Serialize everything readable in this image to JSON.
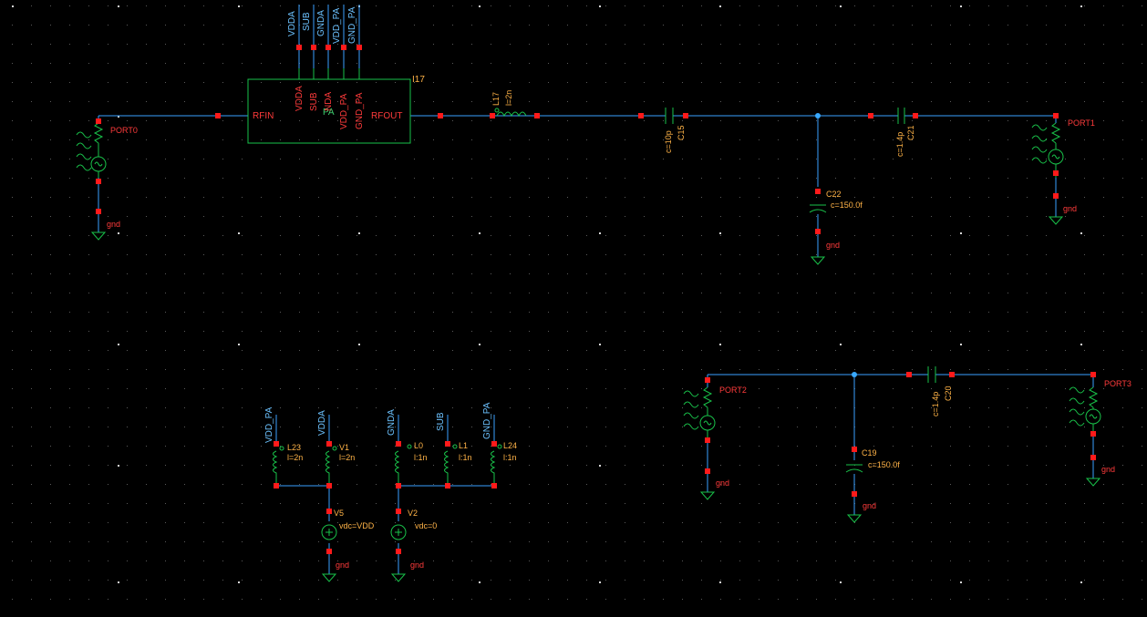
{
  "block": {
    "instance": "I17",
    "cell": "PA",
    "pins_left": "RFIN",
    "pins_right": "RFOUT",
    "pins_top": [
      "VDDA",
      "SUB",
      "GNDA",
      "VDD_PA",
      "GND_PA"
    ],
    "pins_top_inside": [
      "VDDA",
      "SUB",
      "NDA",
      "VDD_PA",
      "GND_PA"
    ],
    "nets_top": [
      "VDDA",
      "SUB",
      "GNDA",
      "VDD_PA",
      "GND_PA"
    ]
  },
  "ports": {
    "port0": "PORT0",
    "port1": "PORT1",
    "port2": "PORT2",
    "port3": "PORT3"
  },
  "gnd": "gnd",
  "components": {
    "L17": {
      "name": "L17",
      "value": "l=2n"
    },
    "C15": {
      "name": "C15",
      "value": "c=10p"
    },
    "C22": {
      "name": "C22",
      "value": "c=150.0f"
    },
    "C21": {
      "name": "C21",
      "value": "c=1.4p"
    },
    "C19": {
      "name": "C19",
      "value": "c=150.0f"
    },
    "C20": {
      "name": "C20",
      "value": "c=1.4p"
    },
    "L23": {
      "name": "L23",
      "value": "l=2n",
      "net": "VDD_PA"
    },
    "V1": {
      "name": "V1",
      "value": "l=2n",
      "net": "VDDA"
    },
    "L0": {
      "name": "L0",
      "value": "l:1n",
      "net": "GNDA"
    },
    "L1": {
      "name": "L1",
      "value": "l:1n",
      "net": "SUB"
    },
    "L24": {
      "name": "L24",
      "value": "l:1n",
      "net": "GND_PA"
    },
    "V5": {
      "name": "V5",
      "value": "vdc=VDD"
    },
    "V2": {
      "name": "V2",
      "value": "vdc=0"
    }
  }
}
